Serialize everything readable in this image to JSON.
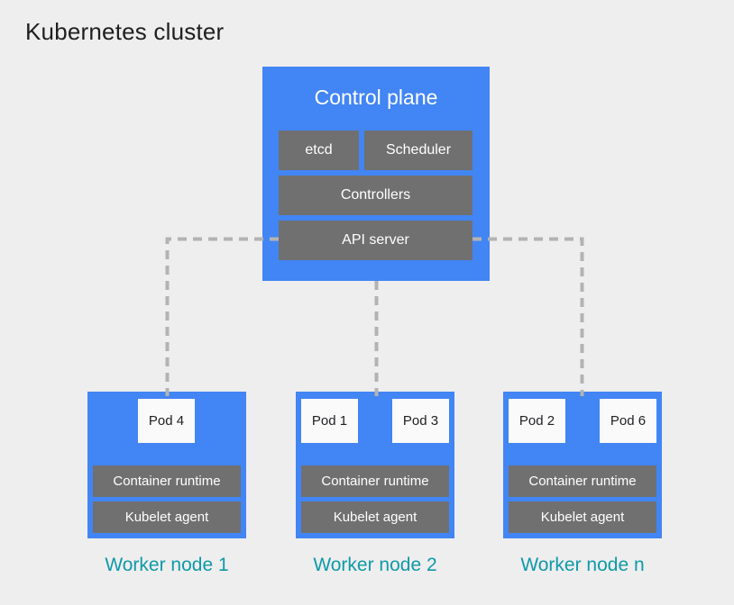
{
  "page": {
    "title": "Kubernetes cluster"
  },
  "colors": {
    "page_bg": "#eeeeee",
    "node_blue": "#4285f4",
    "component_gray": "#707070",
    "component_text": "#ffffff",
    "pod_bg": "#fafafa",
    "pod_text": "#202124",
    "connector": "#b3b3b3",
    "worker_label": "#0f9aa8",
    "title_text": "#1f1f1f"
  },
  "control_plane": {
    "title": "Control plane",
    "components": {
      "etcd": "etcd",
      "scheduler": "Scheduler",
      "controllers": "Controllers",
      "api_server": "API server"
    }
  },
  "worker_nodes": [
    {
      "label": "Worker node 1",
      "pods": [
        "Pod 4"
      ],
      "components": [
        "Container runtime",
        "Kubelet agent"
      ]
    },
    {
      "label": "Worker node 2",
      "pods": [
        "Pod 1",
        "Pod 3"
      ],
      "components": [
        "Container runtime",
        "Kubelet agent"
      ]
    },
    {
      "label": "Worker node n",
      "pods": [
        "Pod 2",
        "Pod 6"
      ],
      "components": [
        "Container runtime",
        "Kubelet agent"
      ]
    }
  ]
}
